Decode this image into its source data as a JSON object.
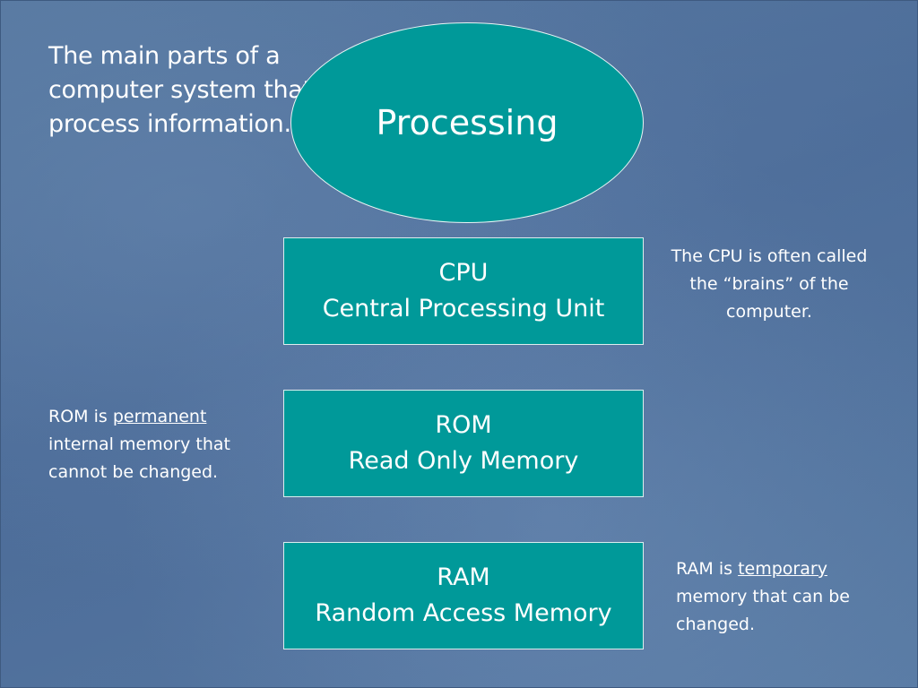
{
  "slide": {
    "intro_text": "The main parts of a computer system that process information.",
    "center_shape": {
      "label": "Processing",
      "fill_color": "#009999"
    },
    "boxes": [
      {
        "acronym": "CPU",
        "full_name": "Central Processing Unit"
      },
      {
        "acronym": "ROM",
        "full_name": "Read Only Memory"
      },
      {
        "acronym": "RAM",
        "full_name": "Random Access Memory"
      }
    ],
    "notes": {
      "cpu": "The CPU is often called the “brains” of the computer.",
      "rom": {
        "prefix": "ROM is ",
        "emphasis": "permanent",
        "suffix": " internal memory that cannot be changed."
      },
      "ram": {
        "prefix": "RAM is ",
        "emphasis": "temporary",
        "suffix": " memory that can be changed."
      }
    }
  }
}
